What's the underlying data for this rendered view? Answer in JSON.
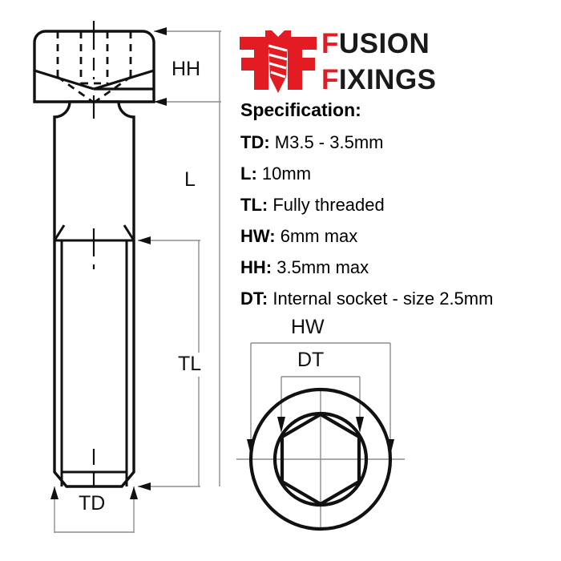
{
  "brand": {
    "logo_icon": "screw-bolt-ff-monogram",
    "name_line1_initial": "F",
    "name_line1_rest": "USION",
    "name_line2_initial": "F",
    "name_line2_rest": "IXINGS",
    "accent_color": "#e31b23",
    "text_color": "#1a1a1a"
  },
  "spec": {
    "heading": "Specification:",
    "rows": [
      {
        "key": "TD:",
        "value": "M3.5 - 3.5mm"
      },
      {
        "key": "L:",
        "value": "10mm"
      },
      {
        "key": "TL:",
        "value": "Fully threaded"
      },
      {
        "key": "HW:",
        "value": "6mm max"
      },
      {
        "key": "HH:",
        "value": "3.5mm max"
      },
      {
        "key": "DT:",
        "value": "Internal socket - size 2.5mm"
      }
    ]
  },
  "side_view": {
    "title_icon": "socket-cap-screw-side-view",
    "dimensions": {
      "hh": "HH",
      "l": "L",
      "tl": "TL",
      "td": "TD"
    }
  },
  "end_view": {
    "title_icon": "socket-cap-screw-end-view",
    "dimensions": {
      "hw": "HW",
      "dt": "DT"
    }
  },
  "style": {
    "line_color": "#111111",
    "thin_line_color": "#8d8d8d",
    "background": "#ffffff"
  }
}
